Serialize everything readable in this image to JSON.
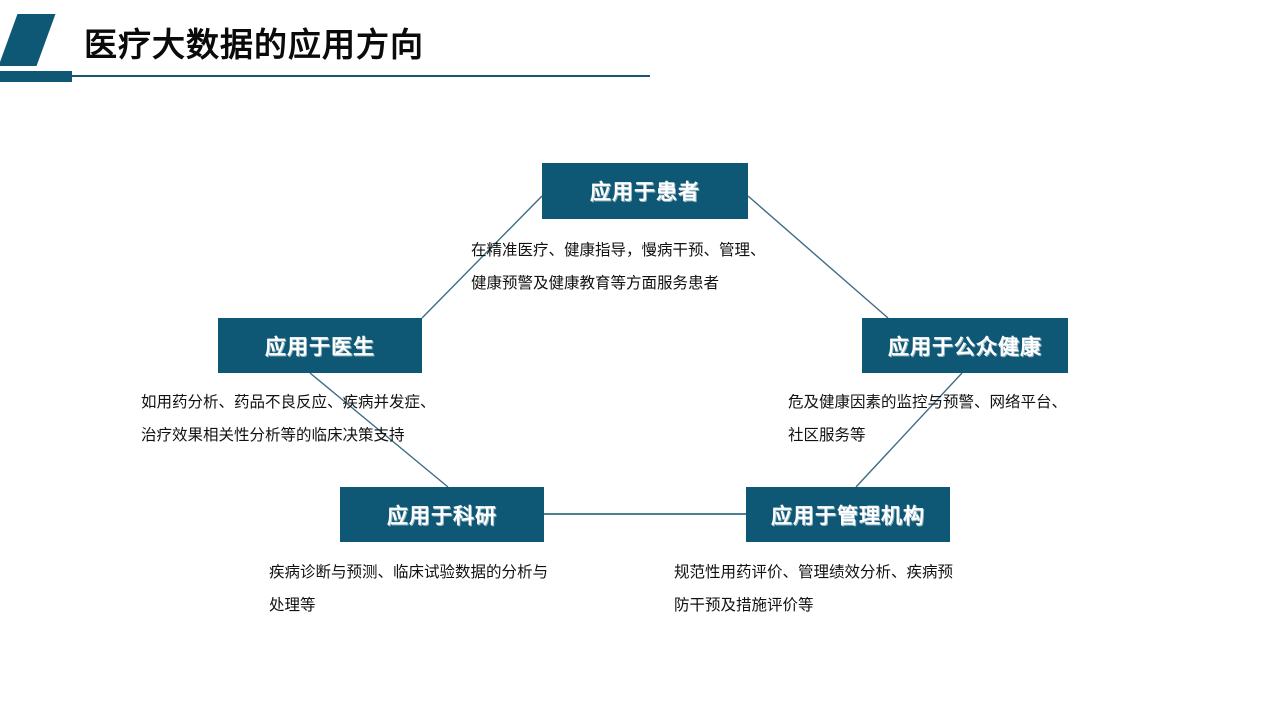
{
  "header": {
    "title": "医疗大数据的应用方向",
    "accent_color": "#0f5875",
    "rule_color": "#13566f"
  },
  "theme": {
    "node_fill": "#0f5875",
    "node_text": "#ffffff",
    "body_text": "#111111",
    "connector": "#3d6e84",
    "background": "#ffffff"
  },
  "diagram": {
    "type": "node-network",
    "nodes": [
      {
        "id": "patient",
        "label": "应用于患者",
        "description": "在精准医疗、健康指导，慢病干预、管理、\n健康预警及健康教育等方面服务患者"
      },
      {
        "id": "doctor",
        "label": "应用于医生",
        "description": "如用药分析、药品不良反应、疾病并发症、\n治疗效果相关性分析等的临床决策支持"
      },
      {
        "id": "public",
        "label": "应用于公众健康",
        "description": "危及健康因素的监控与预警、网络平台、\n社区服务等"
      },
      {
        "id": "research",
        "label": "应用于科研",
        "description": "疾病诊断与预测、临床试验数据的分析与\n处理等"
      },
      {
        "id": "admin",
        "label": "应用于管理机构",
        "description": "规范性用药评价、管理绩效分析、疾病预\n防干预及措施评价等"
      }
    ],
    "edges": [
      {
        "from": "doctor",
        "to": "patient"
      },
      {
        "from": "patient",
        "to": "public"
      },
      {
        "from": "doctor",
        "to": "research"
      },
      {
        "from": "public",
        "to": "admin"
      },
      {
        "from": "research",
        "to": "admin"
      }
    ]
  }
}
